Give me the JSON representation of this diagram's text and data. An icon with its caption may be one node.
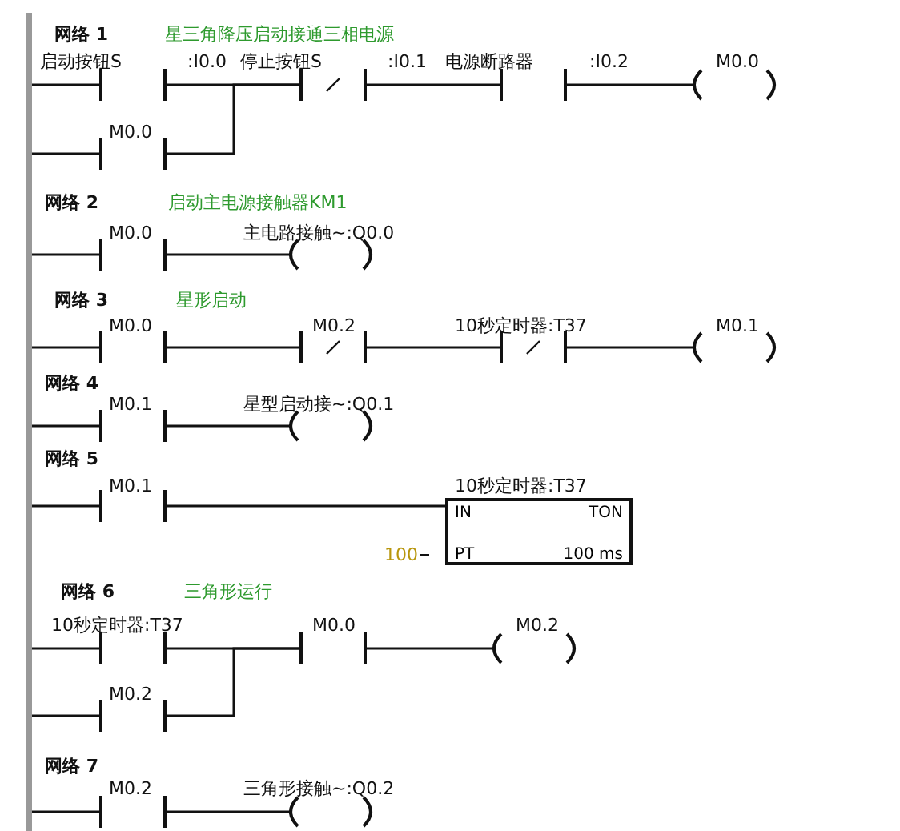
{
  "diagram": {
    "nodes": [
      {
        "text": [],
        "shape": "bar"
      },
      {
        "text": [],
        "shape": "contact",
        "beside": [
          "启动按钮S",
          ":I0.0"
        ]
      },
      {
        "text": [],
        "shape": "closed-contact",
        "beside": [
          "停止按钮S",
          ":I0.1"
        ]
      },
      {
        "text": [],
        "shape": "contact",
        "beside": [
          "电源断路器",
          ":I0.2"
        ]
      },
      {
        "text": [],
        "shape": "coil",
        "beside": [
          "M0.0"
        ]
      },
      {
        "text": [],
        "shape": "contact",
        "beside": [
          "M0.0"
        ]
      },
      {
        "text": [],
        "shape": "contact",
        "beside": [
          "M0.0"
        ]
      },
      {
        "text": [],
        "shape": "coil",
        "beside": [
          "主电路接触~:Q0.0"
        ]
      },
      {
        "text": [],
        "shape": "contact",
        "beside": [
          "M0.0"
        ]
      },
      {
        "text": [],
        "shape": "closed-contact",
        "beside": [
          "M0.2"
        ]
      },
      {
        "text": [],
        "shape": "closed-contact",
        "beside": [
          "10秒定时器:T37"
        ]
      },
      {
        "text": [],
        "shape": "coil",
        "beside": [
          "M0.1"
        ]
      },
      {
        "text": [],
        "shape": "contact",
        "beside": [
          "M0.1"
        ]
      },
      {
        "text": [],
        "shape": "coil",
        "beside": [
          "星型启动接~:Q0.1"
        ]
      },
      {
        "text": [],
        "shape": "contact",
        "beside": [
          "M0.1"
        ]
      },
      {
        "text": [
          "IN",
          "TON",
          "PT",
          "100 ms"
        ],
        "beside": [
          "10秒定时器:T37",
          "100"
        ]
      },
      {
        "text": [],
        "shape": "contact",
        "beside": [
          "10秒定时器:T37"
        ]
      },
      {
        "text": [],
        "shape": "contact",
        "beside": [
          "M0.0"
        ]
      },
      {
        "text": [],
        "shape": "coil",
        "beside": [
          "M0.2"
        ]
      },
      {
        "text": [],
        "shape": "contact",
        "beside": [
          "M0.2"
        ]
      },
      {
        "text": [],
        "shape": "contact",
        "beside": [
          "M0.2"
        ]
      },
      {
        "text": [],
        "shape": "coil",
        "beside": [
          "三角形接触~:Q0.2"
        ]
      }
    ],
    "edges": [
      {
        "from": 0,
        "to": 1,
        "arrow": "none"
      },
      {
        "from": 1,
        "to": 2,
        "arrow": "none"
      },
      {
        "from": 2,
        "to": 3,
        "arrow": "none"
      },
      {
        "from": 3,
        "to": 4,
        "arrow": "none"
      },
      {
        "from": 0,
        "to": 5,
        "arrow": "none"
      },
      {
        "from": 5,
        "to": 2,
        "arrow": "none"
      },
      {
        "from": 0,
        "to": 6,
        "arrow": "none"
      },
      {
        "from": 6,
        "to": 7,
        "arrow": "none"
      },
      {
        "from": 0,
        "to": 8,
        "arrow": "none"
      },
      {
        "from": 8,
        "to": 9,
        "arrow": "none"
      },
      {
        "from": 9,
        "to": 10,
        "arrow": "none"
      },
      {
        "from": 10,
        "to": 11,
        "arrow": "none"
      },
      {
        "from": 0,
        "to": 12,
        "arrow": "none"
      },
      {
        "from": 12,
        "to": 13,
        "arrow": "none"
      },
      {
        "from": 0,
        "to": 14,
        "arrow": "none"
      },
      {
        "from": 14,
        "to": 15,
        "arrow": "none"
      },
      {
        "from": 0,
        "to": 16,
        "arrow": "none"
      },
      {
        "from": 16,
        "to": 17,
        "arrow": "none"
      },
      {
        "from": 17,
        "to": 18,
        "arrow": "none"
      },
      {
        "from": 0,
        "to": 19,
        "arrow": "none"
      },
      {
        "from": 19,
        "to": 17,
        "arrow": "none"
      },
      {
        "from": 0,
        "to": 20,
        "arrow": "none"
      },
      {
        "from": 20,
        "to": 21,
        "arrow": "none"
      }
    ],
    "labels": [
      "网络 1",
      "星三角降压启动接通三相电源",
      "网络 2",
      "启动主电源接触器KM1",
      "网络 3",
      "星形启动",
      "网络 4",
      "网络 5",
      "网络 6",
      "三角形运行",
      "网络 7"
    ]
  }
}
